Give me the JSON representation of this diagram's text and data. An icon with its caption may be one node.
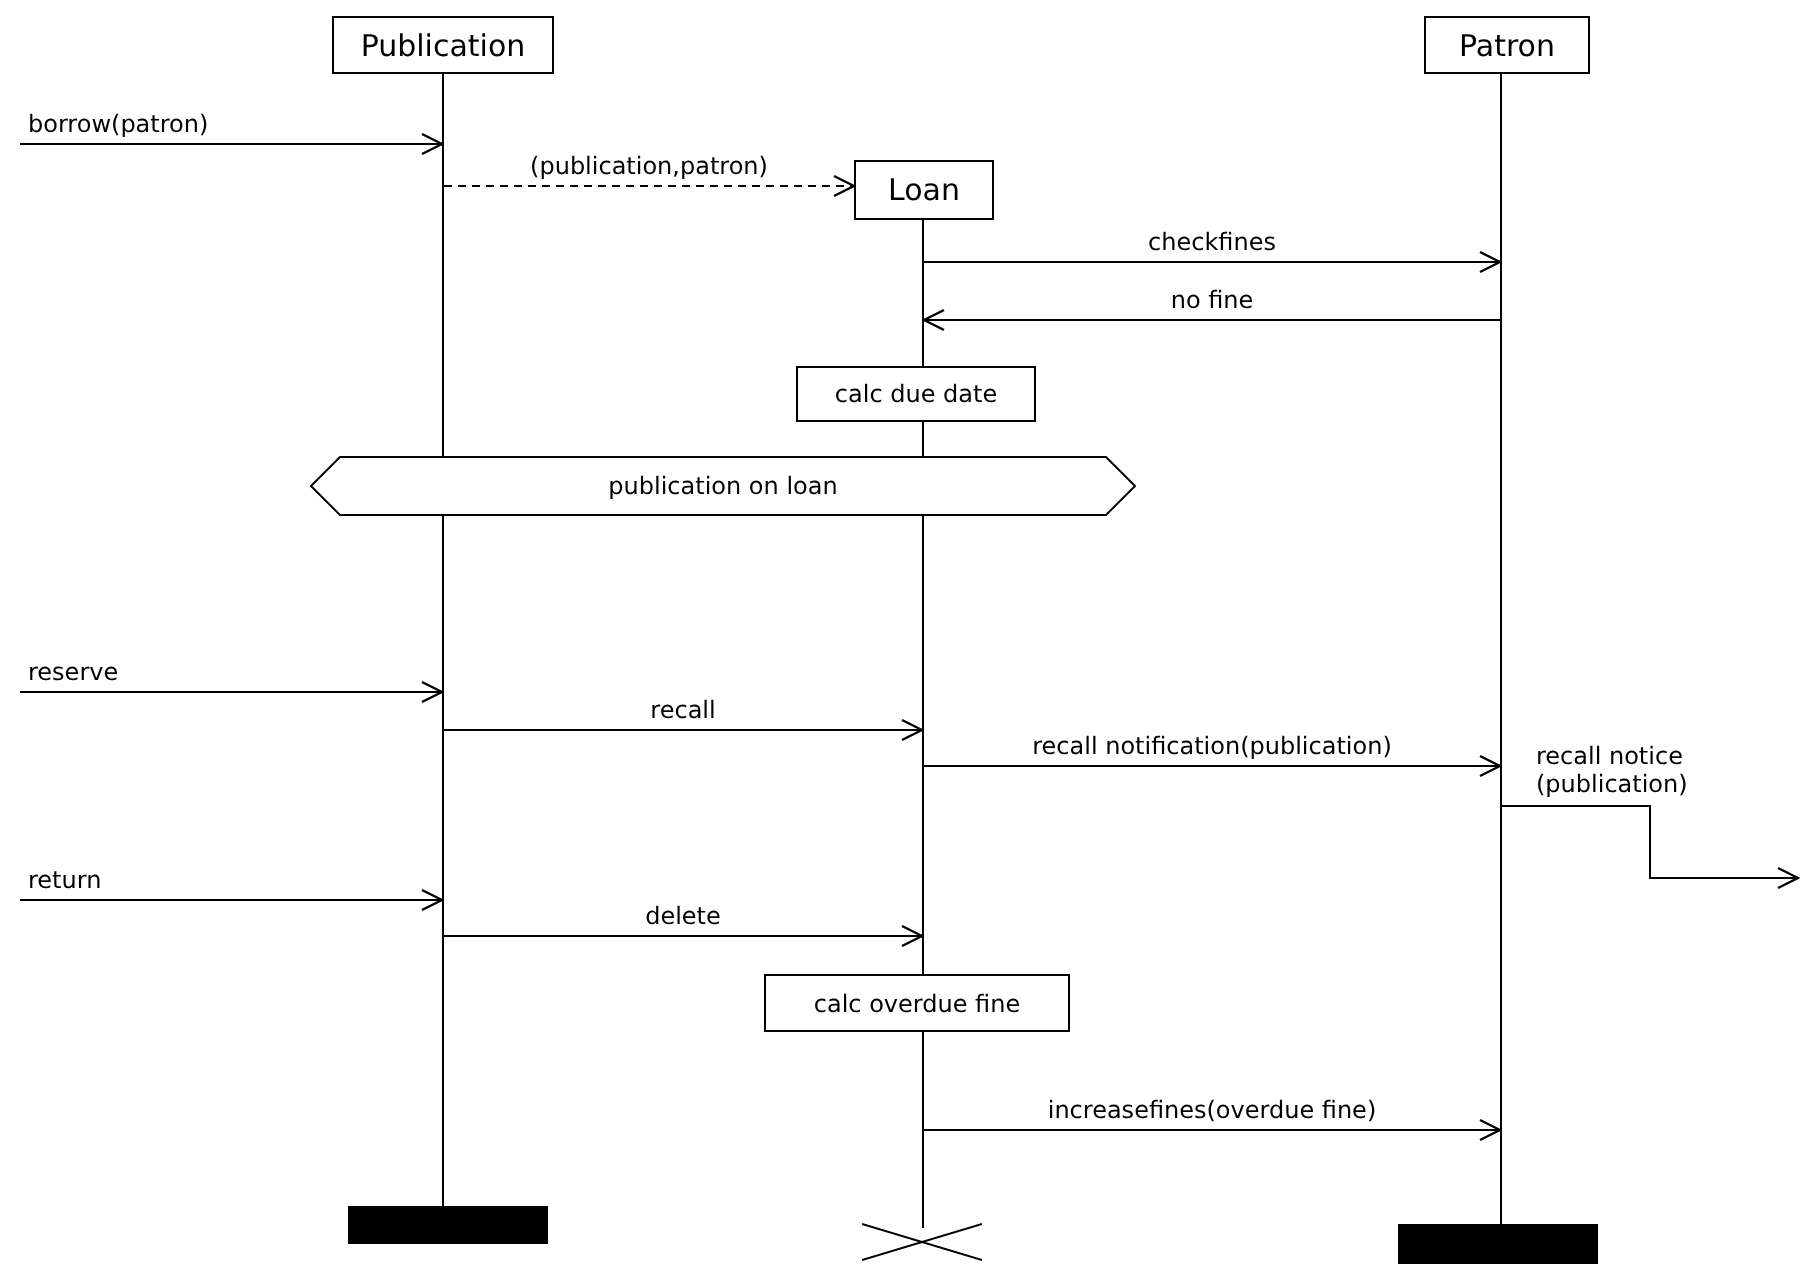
{
  "diagram": {
    "nodes": [
      {
        "text": [
          "Publication"
        ]
      },
      {
        "text": [
          "Loan"
        ]
      },
      {
        "text": [
          "Patron"
        ]
      },
      {
        "text": [],
        "shape": "line"
      },
      {
        "text": [],
        "shape": "line"
      },
      {
        "text": [],
        "shape": "line"
      },
      {
        "text": [
          "calc due date"
        ]
      },
      {
        "text": [
          "publication on loan"
        ]
      },
      {
        "text": [
          "calc overdue fine"
        ]
      },
      {
        "text": [],
        "shape": "bar"
      },
      {
        "text": [],
        "shape": "cross"
      },
      {
        "text": [],
        "shape": "bar"
      }
    ],
    "edges": [
      {
        "from": null,
        "to": 3,
        "arrow": "to",
        "label": "borrow(patron)"
      },
      {
        "from": 3,
        "to": 1,
        "arrow": "to",
        "label": "(publication,patron)",
        "style": "dashed"
      },
      {
        "from": 4,
        "to": 5,
        "arrow": "to",
        "label": "checkfines"
      },
      {
        "from": 5,
        "to": 4,
        "arrow": "to",
        "label": "no fine"
      },
      {
        "from": null,
        "to": 3,
        "arrow": "to",
        "label": "reserve"
      },
      {
        "from": 3,
        "to": 4,
        "arrow": "to",
        "label": "recall"
      },
      {
        "from": 4,
        "to": 5,
        "arrow": "to",
        "label": "recall notification(publication)"
      },
      {
        "from": 5,
        "to": null,
        "arrow": "to",
        "label": "recall notice (publication)"
      },
      {
        "from": null,
        "to": 3,
        "arrow": "to",
        "label": "return"
      },
      {
        "from": 3,
        "to": 4,
        "arrow": "to",
        "label": "delete"
      },
      {
        "from": 4,
        "to": 5,
        "arrow": "to",
        "label": "increasefines(overdue fine)"
      }
    ]
  }
}
